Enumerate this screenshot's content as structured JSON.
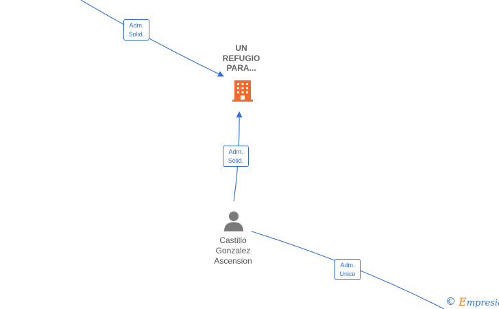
{
  "colors": {
    "edge": "#2f6fd6",
    "company_icon": "#f26a2e",
    "person_icon": "#7a7a7a",
    "brand_accent": "#f58220"
  },
  "company": {
    "label_lines": [
      "UN",
      "REFUGIO",
      "PARA..."
    ],
    "icon": "building-icon"
  },
  "person": {
    "label_lines": [
      "Castillo",
      "Gonzalez",
      "Ascension"
    ],
    "icon": "person-icon"
  },
  "edges": [
    {
      "from": "offscreen-top-left",
      "to": "company",
      "label_lines": [
        "Adm.",
        "Solid."
      ]
    },
    {
      "from": "person",
      "to": "company",
      "label_lines": [
        "Adm.",
        "Solid."
      ]
    },
    {
      "from": "person",
      "to": "offscreen-bottom-right",
      "label_lines": [
        "Adm.",
        "Unico"
      ]
    }
  ],
  "brand": {
    "copyright_symbol": "©",
    "name_first_letter": "E",
    "name_rest": "mpresia"
  }
}
